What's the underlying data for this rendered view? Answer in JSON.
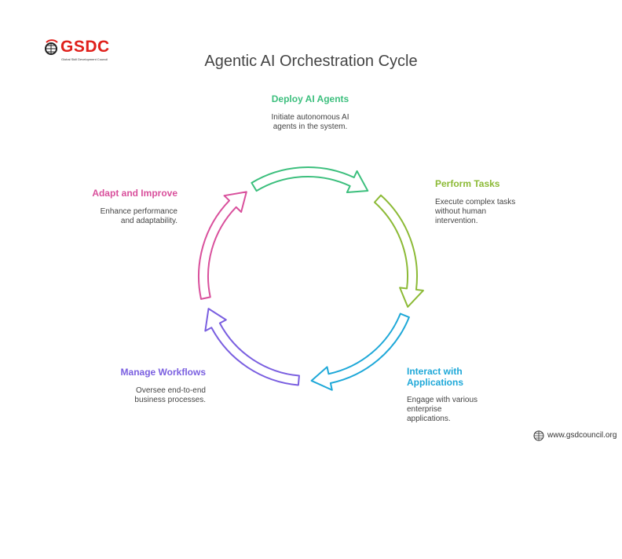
{
  "title": "Agentic AI Orchestration Cycle",
  "logo": {
    "name": "GSDC",
    "tagline": "Global Skill Development Council"
  },
  "steps": [
    {
      "label": "Deploy AI Agents",
      "description": "Initiate autonomous AI agents in the system.",
      "color": "#3cbf7d"
    },
    {
      "label": "Perform Tasks",
      "description": "Execute complex tasks without human intervention.",
      "color": "#8cba36"
    },
    {
      "label": "Interact with Applications",
      "description": "Engage with various enterprise applications.",
      "color": "#1ea8d8"
    },
    {
      "label": "Manage Workflows",
      "description": "Oversee end-to-end business processes.",
      "color": "#7a5fe0"
    },
    {
      "label": "Adapt and Improve",
      "description": "Enhance performance and adaptability.",
      "color": "#d9509c"
    }
  ],
  "footer": {
    "website": "www.gsdcouncil.org",
    "icon": "globe-icon"
  }
}
